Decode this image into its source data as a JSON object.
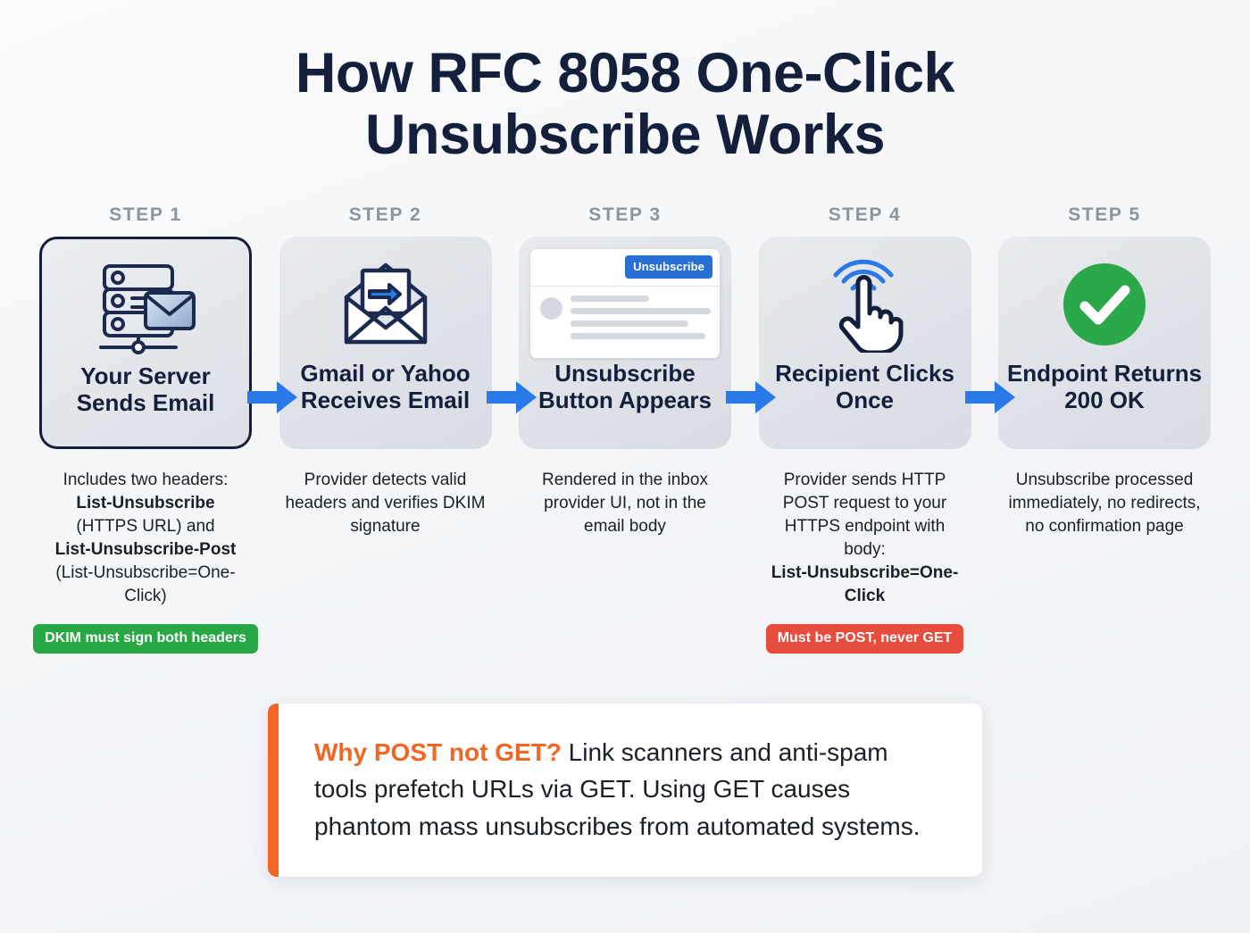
{
  "title": "How RFC 8058 One-Click Unsubscribe Works",
  "steps": [
    {
      "label": "STEP 1",
      "icon": "server-email-icon",
      "heading": "Your Server Sends Email",
      "desc_html": "Includes two headers:<br><b>List-Unsubscribe</b><br>(HTTPS URL) and<br><b>List-Unsubscribe-Post</b><br>(List-Unsubscribe=One-Click)",
      "badge": "DKIM must sign both headers",
      "badge_color": "#28a745",
      "highlight": true
    },
    {
      "label": "STEP 2",
      "icon": "open-envelope-arrow-icon",
      "heading": "Gmail or Yahoo Receives Email",
      "desc_html": "Provider detects valid headers and verifies DKIM signature",
      "badge": null,
      "badge_color": null,
      "highlight": false
    },
    {
      "label": "STEP 3",
      "icon": "inbox-unsubscribe-button-mock",
      "heading": "Unsubscribe Button Appears",
      "desc_html": "Rendered in the inbox provider UI, not in the email body",
      "badge": null,
      "badge_color": null,
      "highlight": false,
      "mock_button_label": "Unsubscribe"
    },
    {
      "label": "STEP 4",
      "icon": "tap-hand-click-icon",
      "heading": "Recipient Clicks Once",
      "desc_html": "Provider sends HTTP POST request to your HTTPS endpoint with body:<br><b>List-Unsubscribe=One-Click</b>",
      "badge": "Must be POST, never GET",
      "badge_color": "#e74c3c",
      "highlight": false
    },
    {
      "label": "STEP 5",
      "icon": "green-check-circle-icon",
      "heading": "Endpoint Returns 200 OK",
      "desc_html": "Unsubscribe processed immediately, no redirects, no confirmation page",
      "badge": null,
      "badge_color": null,
      "highlight": false
    }
  ],
  "callout": {
    "lead": "Why POST not GET?",
    "body": " Link scanners and anti-spam tools prefetch URLs via GET. Using GET causes phantom mass unsubscribes from automated systems."
  },
  "colors": {
    "navy": "#141f3c",
    "arrow_blue": "#2979e8",
    "accent_orange": "#f26522",
    "green": "#28a745",
    "red": "#e74c3c",
    "step_label_grey": "#8e939e",
    "card_bg": "#e2e5ea"
  }
}
